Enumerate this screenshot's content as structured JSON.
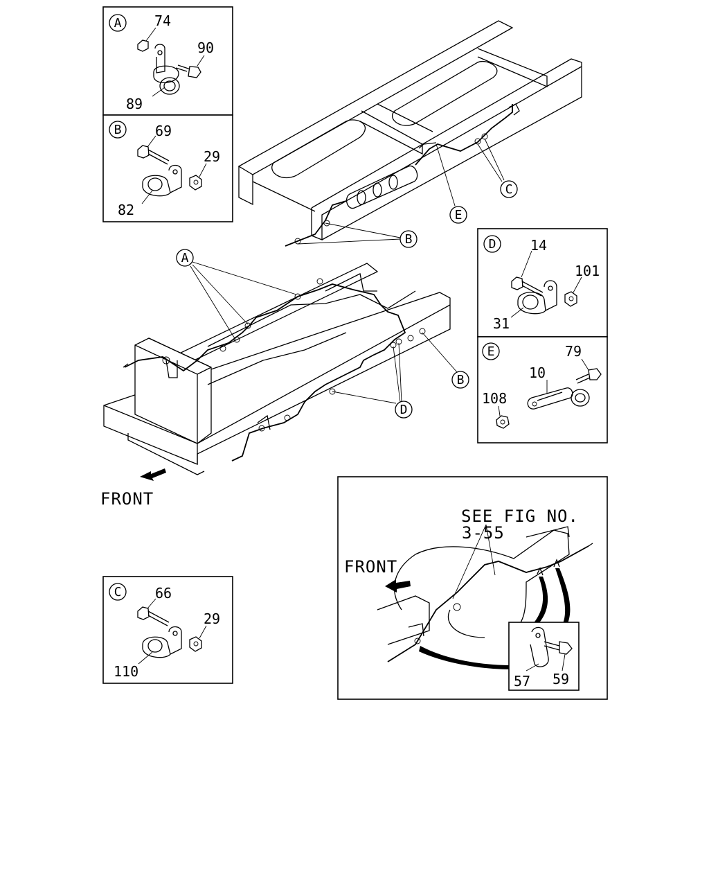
{
  "detail_A": {
    "letter": "A",
    "labels": [
      "74",
      "90",
      "89"
    ]
  },
  "detail_B": {
    "letter": "B",
    "labels": [
      "69",
      "29",
      "82"
    ]
  },
  "detail_C": {
    "letter": "C",
    "labels": [
      "66",
      "29",
      "110"
    ]
  },
  "detail_D": {
    "letter": "D",
    "labels": [
      "14",
      "101",
      "31"
    ]
  },
  "detail_E": {
    "letter": "E",
    "labels": [
      "79",
      "10",
      "108"
    ]
  },
  "main_callouts": [
    "A",
    "B",
    "B",
    "C",
    "D",
    "E"
  ],
  "front_label": "FRONT",
  "inset": {
    "see_fig_line1": "SEE FIG NO.",
    "see_fig_line2": "3-55",
    "front_label": "FRONT",
    "labels": [
      "57",
      "59"
    ]
  }
}
